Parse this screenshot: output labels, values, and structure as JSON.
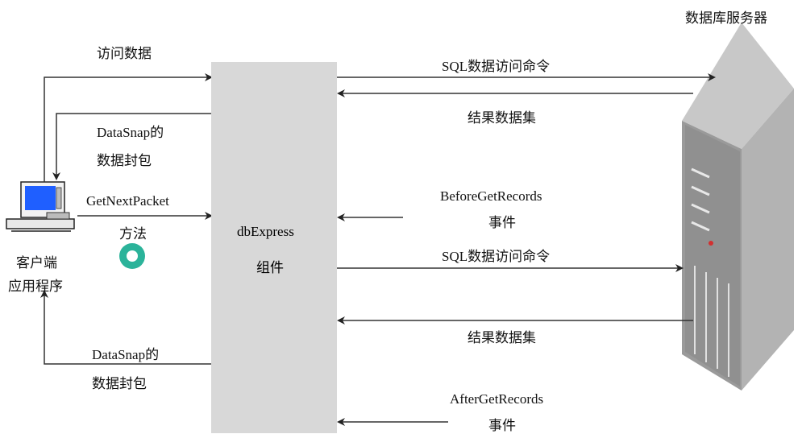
{
  "server": {
    "label": "数据库服务器"
  },
  "client": {
    "line1": "客户端",
    "line2": "应用程序"
  },
  "component": {
    "name": "dbExpress",
    "sub": "组件"
  },
  "left_labels": {
    "access_data": "访问数据",
    "datasnap_top_1": "DataSnap的",
    "datasnap_top_2": "数据封包",
    "getnextpacket_1": "GetNextPacket",
    "getnextpacket_2": "方法",
    "datasnap_bottom_1": "DataSnap的",
    "datasnap_bottom_2": "数据封包"
  },
  "right_labels": {
    "sql_cmd_1": "SQL数据访问命令",
    "result_set_1": "结果数据集",
    "before_1": "BeforeGetRecords",
    "before_2": "事件",
    "sql_cmd_2": "SQL数据访问命令",
    "result_set_2": "结果数据集",
    "after_1": "AfterGetRecords",
    "after_2": "事件"
  },
  "colors": {
    "component_fill": "#d8d8d8",
    "arrow": "#333333",
    "server_top": "#c9c9c9",
    "server_front": "#8f8f8f",
    "server_side": "#bdbdbd",
    "monitor_screen": "#1f5fff",
    "ring": "#2bb39a"
  }
}
